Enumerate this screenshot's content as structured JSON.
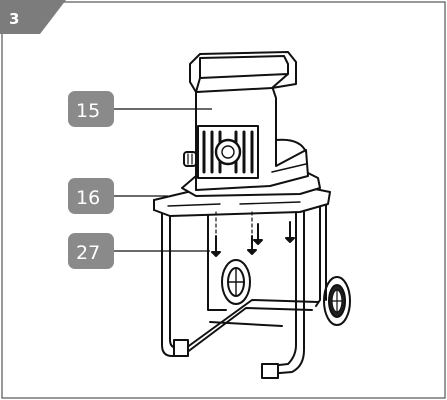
{
  "step": {
    "number": "3"
  },
  "callouts": [
    {
      "label": "15",
      "part": "motor-housing"
    },
    {
      "label": "16",
      "part": "frame-mount"
    },
    {
      "label": "27",
      "part": "screws"
    }
  ],
  "colors": {
    "badge_fill": "#7c7c7c",
    "callout_fill": "#8a8a8a",
    "line": "#111111",
    "frame_border": "#555555"
  }
}
